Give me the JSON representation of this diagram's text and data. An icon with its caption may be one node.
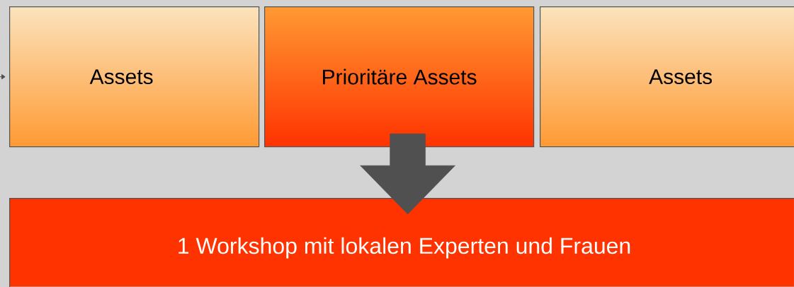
{
  "diagram": {
    "nodes": [
      {
        "text": [
          "Assets"
        ]
      },
      {
        "text": [
          "Prioritäre Assets"
        ]
      },
      {
        "text": [
          "Assets"
        ]
      },
      {
        "text": [
          "1 Workshop mit lokalen Experten und Frauen"
        ]
      }
    ],
    "edges": [
      {
        "from": null,
        "to": 0,
        "arrow": "to"
      },
      {
        "from": 1,
        "to": 3,
        "arrow": "to",
        "style": "thick"
      }
    ]
  }
}
